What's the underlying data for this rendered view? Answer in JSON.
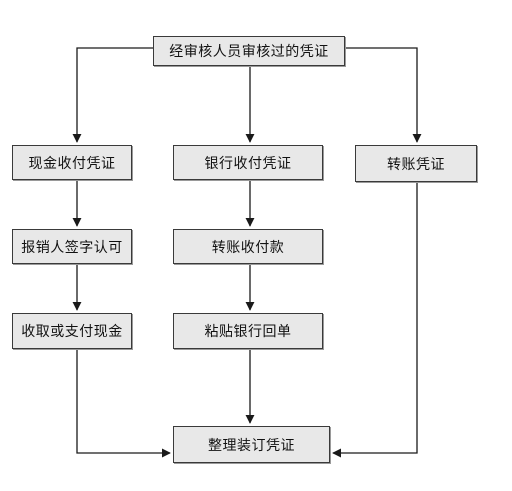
{
  "nodes": {
    "top": "经审核人员审核过的凭证",
    "cash_voucher": "现金收付凭证",
    "bank_voucher": "银行收付凭证",
    "transfer_voucher": "转账凭证",
    "reimburser_sign": "报销人签字认可",
    "transfer_payment": "转账收付款",
    "collect_pay_cash": "收取或支付现金",
    "paste_bank_slip": "粘贴银行回单",
    "organize_bind": "整理装订凭证"
  },
  "colors": {
    "node_fill": "#e8e8e8",
    "node_border": "#3a3a3a",
    "line": "#1a1a1a"
  }
}
